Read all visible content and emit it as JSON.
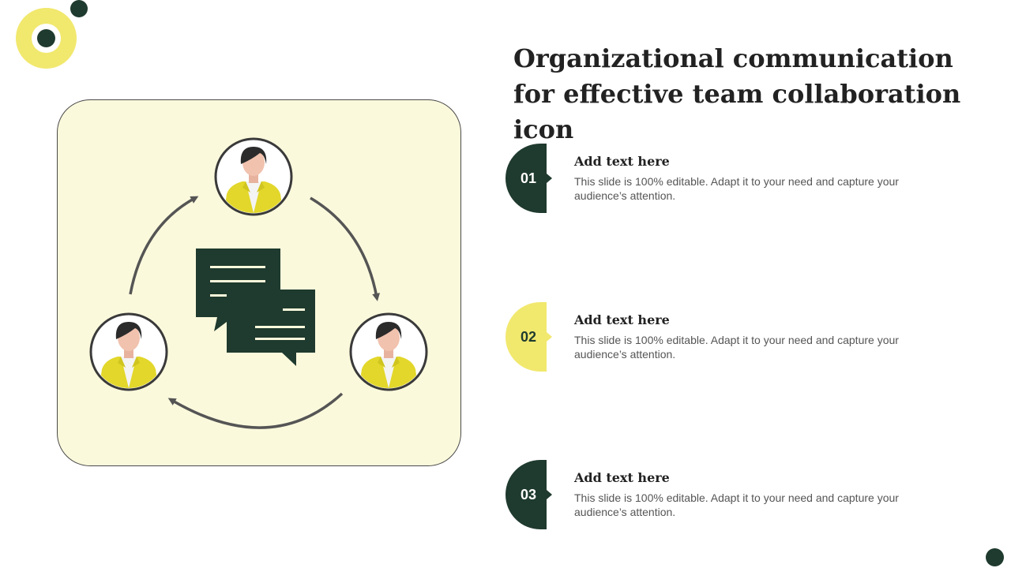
{
  "title": "Organizational communication for effective team collaboration icon",
  "colors": {
    "dark_green": "#1f3a2e",
    "yellow": "#f1e86e",
    "panel_bg": "#fbf9dc",
    "shirt_yellow": "#e2d72a",
    "arrow_gray": "#555555"
  },
  "items": [
    {
      "number": "01",
      "heading": "Add text here",
      "body": "This slide is 100% editable. Adapt it to your need and capture your audience’s attention.",
      "badge_color": "dark"
    },
    {
      "number": "02",
      "heading": "Add text here",
      "body": "This slide is 100% editable. Adapt it to your need and capture your audience’s attention.",
      "badge_color": "yellow"
    },
    {
      "number": "03",
      "heading": "Add text here",
      "body": "This slide is 100% editable. Adapt it to your need and capture your audience’s attention.",
      "badge_color": "dark"
    }
  ],
  "illustration": {
    "people": [
      "person-icon",
      "person-icon",
      "person-icon"
    ],
    "center_icon": "chat-bubbles-icon",
    "arrows": "cycle-arrows-icon"
  }
}
